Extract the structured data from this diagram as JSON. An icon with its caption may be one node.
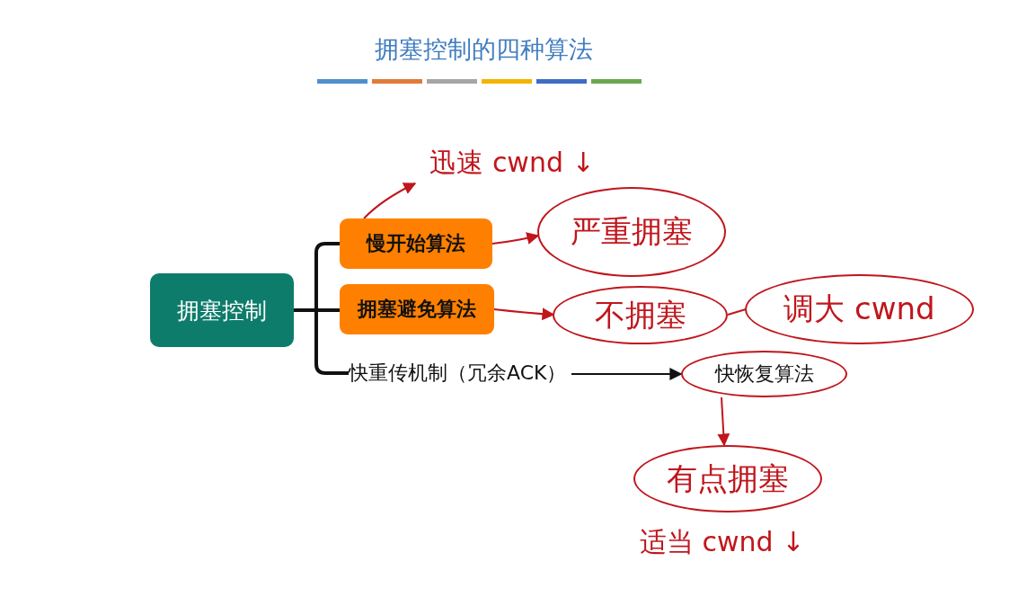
{
  "diagram": {
    "title": "拥塞控制的四种算法",
    "nodes": [
      {
        "text": [
          "拥塞控制"
        ]
      },
      {
        "text": [
          "慢开始算法"
        ]
      },
      {
        "text": [
          "拥塞避免算法"
        ]
      },
      {
        "text": [
          "快重传机制（冗余ACK）"
        ]
      },
      {
        "text": [
          "快恢复算法"
        ]
      },
      {
        "text": [
          "迅速 cwnd ↓"
        ]
      },
      {
        "text": [
          "严重拥塞"
        ]
      },
      {
        "text": [
          "不拥塞"
        ]
      },
      {
        "text": [
          "调大 cwnd"
        ]
      },
      {
        "text": [
          "有点拥塞"
        ]
      }
    ],
    "edges": [
      {
        "from": 0,
        "to": 1,
        "arrow": "none",
        "style": "thick",
        "color": "#111111"
      },
      {
        "from": 0,
        "to": 2,
        "arrow": "none",
        "style": "thick",
        "color": "#111111"
      },
      {
        "from": 0,
        "to": 3,
        "arrow": "none",
        "style": "thick",
        "color": "#111111"
      },
      {
        "from": 3,
        "to": 4,
        "arrow": "to",
        "color": "#111111"
      },
      {
        "from": 1,
        "to": 5,
        "arrow": "to",
        "color": "#c0161c"
      },
      {
        "from": 1,
        "to": 6,
        "arrow": "to",
        "color": "#c0161c"
      },
      {
        "from": 2,
        "to": 7,
        "arrow": "to",
        "color": "#c0161c"
      },
      {
        "from": 7,
        "to": 8,
        "arrow": "none",
        "color": "#c0161c"
      },
      {
        "from": 4,
        "to": 9,
        "arrow": "to",
        "color": "#c0161c"
      }
    ],
    "labels": [
      "适当 cwnd ↓"
    ]
  }
}
